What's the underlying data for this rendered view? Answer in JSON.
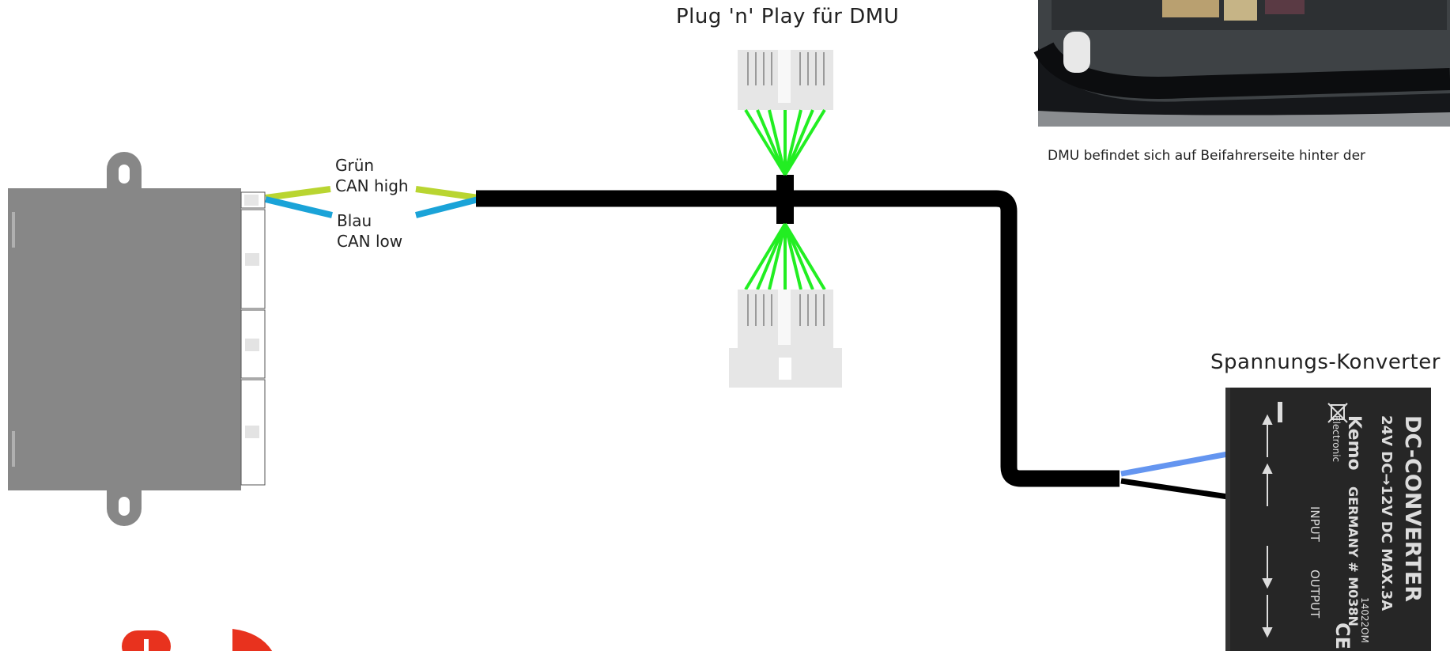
{
  "diagram": {
    "title_plug": "Plug 'n' Play für DMU",
    "wire_labels": {
      "green_name": "Grün",
      "green_signal": "CAN high",
      "blue_name": "Blau",
      "blue_signal": "CAN low"
    },
    "photo_caption": "DMU befindet sich auf Beifahrerseite hinter der",
    "converter_title": "Spannungs-Konverter",
    "converter_print": {
      "heading": "DC-CONVERTER",
      "rating": "24V DC→12V DC  MAX.3A",
      "brand": "Kemo",
      "brand_sub": "Electronic",
      "origin": "GERMANY # M038N",
      "input": "INPUT",
      "output": "OUTPUT",
      "code": "14022OM",
      "ce": "CE"
    },
    "colors": {
      "wire_green": "#b9d531",
      "wire_blue": "#1aa3d8",
      "connector_pins": "#22ee22",
      "main_cable": "#000000",
      "module_body": "#878787",
      "converter_body": "#222222",
      "power_wire_blue": "#6495f0",
      "icon_red": "#e8321e"
    }
  }
}
